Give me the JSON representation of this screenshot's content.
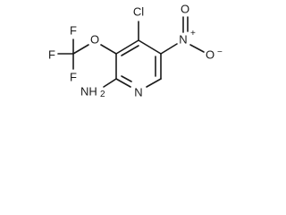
{
  "molecule": {
    "atoms": {
      "chlorine": "Cl",
      "fluorine_top": "F",
      "fluorine_left": "F",
      "fluorine_bottom": "F",
      "ether_oxygen": "O",
      "nitro_nitrogen": "N",
      "nitro_plus": "+",
      "nitro_oxygen_top": "O",
      "nitro_oxygen_right": "O",
      "nitro_minus": "−",
      "amine": "NH",
      "amine_subscript": "2",
      "ring_nitrogen": "N"
    }
  }
}
